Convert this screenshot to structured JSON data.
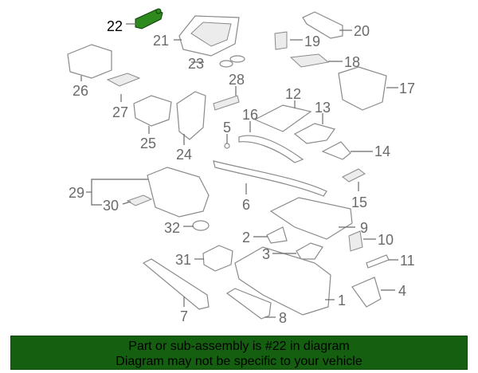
{
  "diagram": {
    "highlighted_part": "22",
    "highlight_color": "#2f8a1e",
    "labels": [
      "22",
      "21",
      "20",
      "19",
      "23",
      "18",
      "26",
      "17",
      "28",
      "27",
      "12",
      "16",
      "13",
      "25",
      "5",
      "14",
      "24",
      "15",
      "6",
      "29",
      "30",
      "9",
      "32",
      "2",
      "10",
      "3",
      "11",
      "31",
      "4",
      "1",
      "7",
      "8"
    ]
  },
  "banner": {
    "line1": "Part or sub-assembly is #22 in diagram",
    "line2": "Diagram may not be specific to your vehicle",
    "color": "#156010"
  }
}
